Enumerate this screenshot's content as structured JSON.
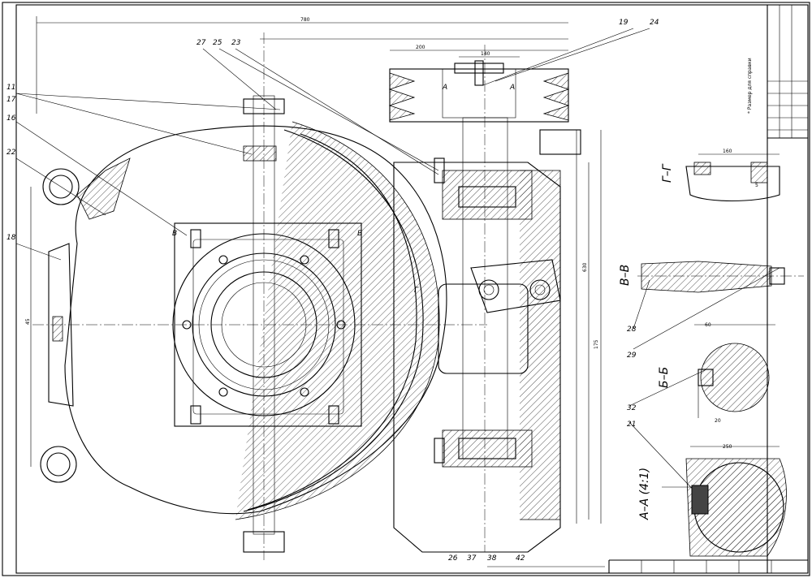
{
  "sections": {
    "g": "Г–Г",
    "v": "В–В",
    "b": "Б–Б",
    "a": "А–А (4:1)"
  },
  "markers": [
    "А",
    "А",
    "В",
    "Б",
    "Г"
  ],
  "callouts": [
    "19",
    "24",
    "27",
    "25",
    "23",
    "11",
    "17",
    "16",
    "22",
    "18",
    "28",
    "29",
    "32",
    "21",
    "26",
    "37",
    "38",
    "42"
  ],
  "note": "* Размер для справки",
  "dims": [
    "780",
    "200",
    "140",
    "160",
    "630",
    "175",
    "45",
    "5",
    "250",
    "60",
    "20"
  ]
}
